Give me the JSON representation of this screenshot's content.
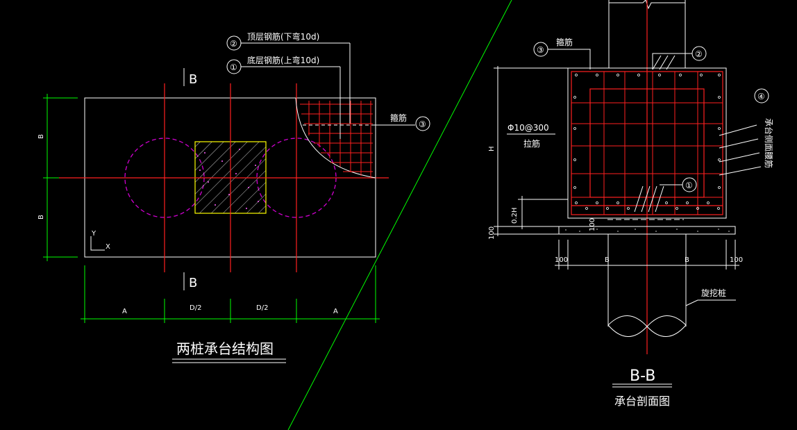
{
  "plan": {
    "title": "两桩承台结构图",
    "section_mark": "B",
    "dim_bottom": [
      "A",
      "D/2",
      "D/2",
      "A"
    ],
    "dim_left": [
      "B",
      "B"
    ],
    "axis_y": "Y",
    "axis_x": "X",
    "callout_1_num": "①",
    "callout_1_text": "底层钢筋(上弯10d)",
    "callout_2_num": "②",
    "callout_2_text": "顶层钢筋(下弯10d)",
    "callout_3_num": "③",
    "callout_3_text": "箍筋"
  },
  "section": {
    "title": "B-B",
    "subtitle": "承台剖面图",
    "callout_3_num": "③",
    "callout_3_text": "箍筋",
    "callout_2_num": "②",
    "callout_1_num": "①",
    "callout_4_num": "④",
    "callout_4_text": "承台侧面腰筋",
    "tie_spec": "Φ10@300",
    "tie_label": "拉筋",
    "dim_h": "H",
    "dim_02h": "0.2H",
    "dim_100_left": "100",
    "dim_100_bottom_left": "100",
    "dim_b_left": "B",
    "dim_b_right": "B",
    "dim_100_bottom_right": "100",
    "dim_100_inner": "100",
    "pile_label": "旋挖桩"
  },
  "colors": {
    "background": "#000000",
    "white": "#ffffff",
    "red": "#ff2020",
    "green": "#00ff00",
    "magenta": "#d000d0",
    "yellow": "#ffff00"
  }
}
